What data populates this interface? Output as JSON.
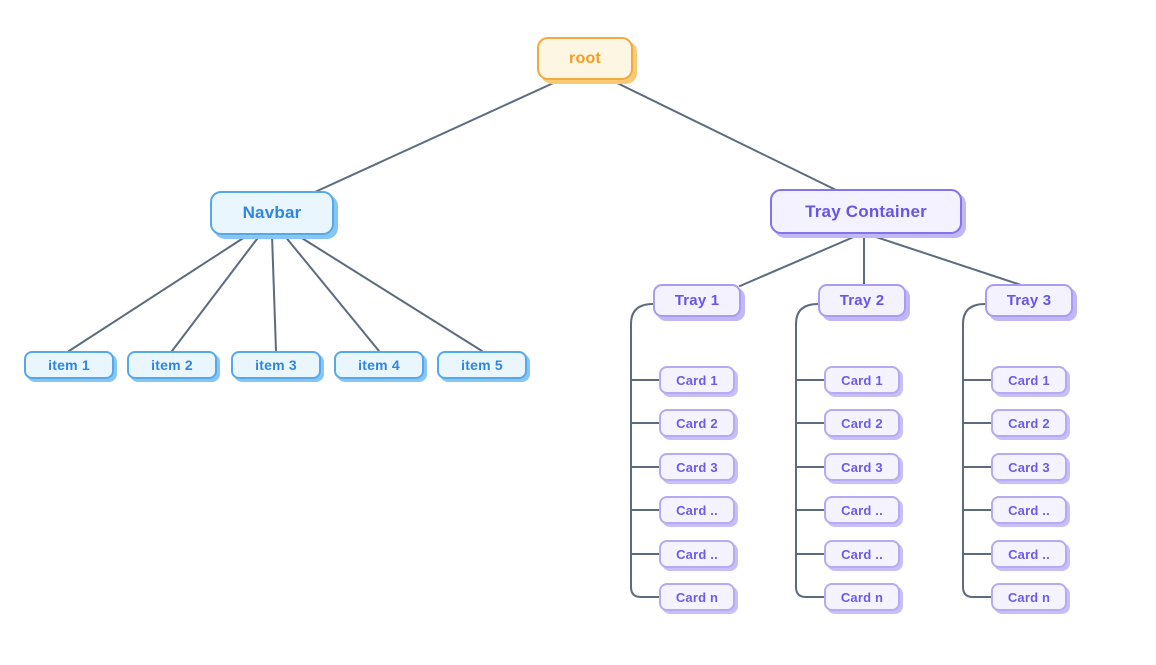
{
  "colors": {
    "background": "#ffffff",
    "edge_line": "#5d6b7e",
    "root_fill": "#fdf6e3",
    "root_border": "#f2a93d",
    "root_text": "#f59e24",
    "root_shadow": "#f8c977",
    "blue_fill": "#e9f6fe",
    "blue_border": "#55a8eb",
    "blue_text": "#2e86e0",
    "blue_shadow": "#85c6f4",
    "purple_fill": "#f4f2fe",
    "purple_border_strong": "#8374ec",
    "purple_border_light": "#b5aaf3",
    "purple_text": "#6656e6",
    "purple_shadow": "#c2b7f6"
  },
  "tree": {
    "root": {
      "label": "root"
    },
    "navbar": {
      "label": "Navbar",
      "items": [
        "item 1",
        "item 2",
        "item 3",
        "item 4",
        "item 5"
      ]
    },
    "tray_container": {
      "label": "Tray Container",
      "trays": [
        {
          "label": "Tray 1",
          "cards": [
            "Card 1",
            "Card 2",
            "Card 3",
            "Card ..",
            "Card ..",
            "Card n"
          ]
        },
        {
          "label": "Tray 2",
          "cards": [
            "Card 1",
            "Card 2",
            "Card 3",
            "Card ..",
            "Card ..",
            "Card n"
          ]
        },
        {
          "label": "Tray 3",
          "cards": [
            "Card 1",
            "Card 2",
            "Card 3",
            "Card ..",
            "Card ..",
            "Card n"
          ]
        }
      ]
    }
  }
}
